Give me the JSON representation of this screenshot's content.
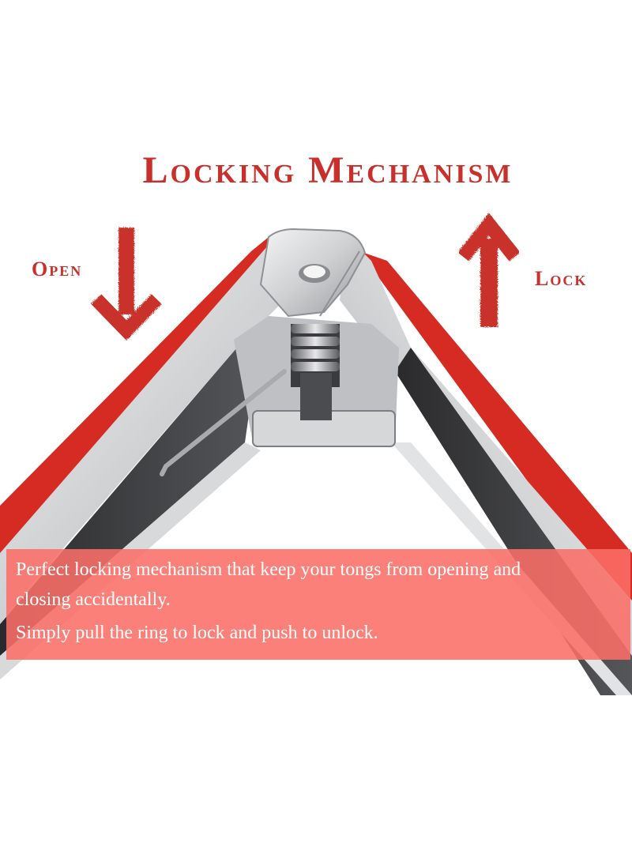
{
  "title": "Locking Mechanism",
  "labels": {
    "open": "Open",
    "lock": "Lock"
  },
  "caption": {
    "line1": "Perfect locking mechanism that keep your tongs from opening and",
    "line2": "closing accidentally.",
    "line3": "Simply pull the ring to lock and push to unlock."
  },
  "icons": {
    "open": "arrow-down-icon",
    "lock": "arrow-up-icon"
  },
  "colors": {
    "accent": "#c9302c",
    "caption_bg": "#fa6e68",
    "steel": "#d9dadc",
    "silicone": "#d52b22"
  }
}
